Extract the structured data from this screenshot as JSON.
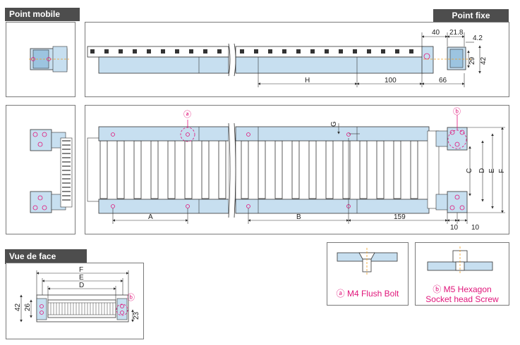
{
  "tabs": {
    "mobile": "Point mobile",
    "fixe": "Point fixe",
    "face": "Vue de face"
  },
  "colors": {
    "link": "#c7dff0",
    "pink": "#e0157a",
    "outline": "#333333",
    "orange": "#f0a020"
  },
  "top_dims": {
    "d40": "40",
    "d21_8": "21.8",
    "d4_2": "4.2",
    "d29": "29",
    "d42": "42",
    "h": "H",
    "d100": "100",
    "d66": "66"
  },
  "mid_dims": {
    "g": "G",
    "c": "C",
    "d": "D",
    "e": "E",
    "f": "F",
    "a": "A",
    "b": "B",
    "d159": "159",
    "d10a": "10",
    "d10b": "10"
  },
  "markers": {
    "a": "ⓐ",
    "b": "ⓑ"
  },
  "face_dims": {
    "f": "F",
    "e": "E",
    "d": "D",
    "d42": "42",
    "d26": "26",
    "d23": "23"
  },
  "legend": {
    "a_label": "ⓐ M4 Flush Bolt",
    "b_line1": "ⓑ M5 Hexagon",
    "b_line2": "Socket head Screw"
  }
}
